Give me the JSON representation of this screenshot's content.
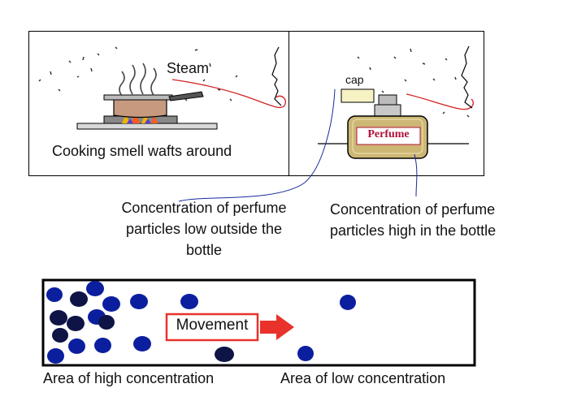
{
  "cooking_panel": {
    "steam_label": "Steam",
    "caption": "Cooking smell wafts around"
  },
  "perfume_panel": {
    "cap_label": "cap",
    "bottle_label": "Perfume"
  },
  "annotations": {
    "low_outside_line1": "Concentration of perfume",
    "low_outside_line2": "particles low outside the",
    "low_outside_line3": "bottle",
    "high_inside_line1": "Concentration of perfume",
    "high_inside_line2": "particles high in the bottle"
  },
  "diffusion_box": {
    "movement_label": "Movement",
    "high_area_label": "Area of high concentration",
    "low_area_label": "Area of low concentration"
  },
  "colors": {
    "particle_blue": "#0b1f9e",
    "particle_dark": "#0f1446",
    "arrow_red": "#e8322b",
    "perfume_text": "#b0103a",
    "pot_brown": "#c79a7f",
    "bottle_gold": "#cdb775",
    "cap_yellow": "#f6f2c4",
    "steam_line_red": "#d42020",
    "pointer_blue": "#1a2a9a"
  }
}
